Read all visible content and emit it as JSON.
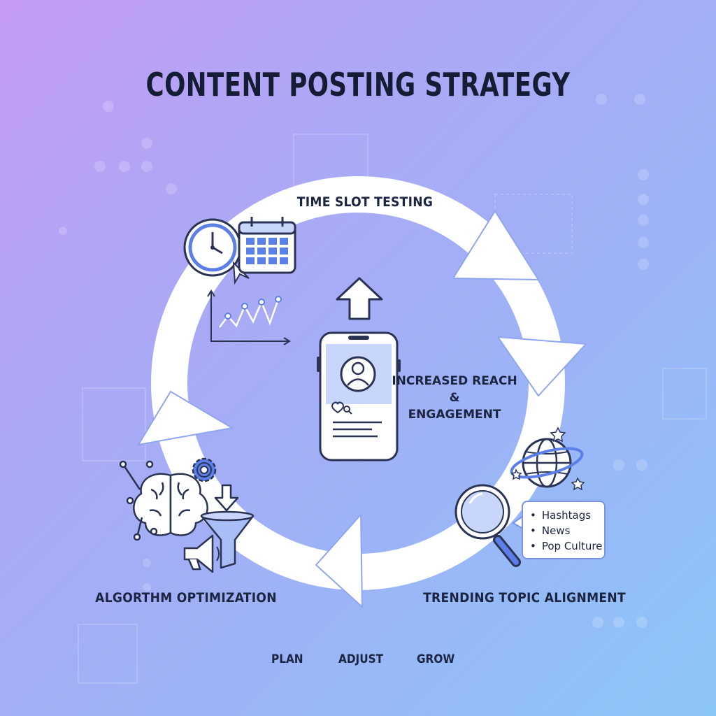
{
  "title": "CONTENT POSTING STRATEGY",
  "stages": {
    "top": "TIME SLOT TESTING",
    "right": "TRENDING TOPIC ALIGNMENT",
    "left": "ALGORTHM OPTIMIZATION"
  },
  "center": {
    "line1": "INCREASED REACH",
    "line2": "&",
    "line3": "ENGAGEMENT"
  },
  "trend_bubble": {
    "items": [
      "Hashtags",
      "News",
      "Pop Culture"
    ]
  },
  "footer": {
    "words": [
      "PLAN",
      "ADJUST",
      "GROW"
    ]
  },
  "icons": [
    "clock-icon",
    "calendar-icon",
    "line-chart-icon",
    "smartphone-icon",
    "up-arrow-icon",
    "globe-icon",
    "magnifier-icon",
    "brain-icon",
    "gear-icon",
    "funnel-icon",
    "megaphone-icon"
  ],
  "colors": {
    "accent": "#5b7fe6",
    "accent_light": "#c9d6fb",
    "ink": "#1b2440",
    "ring": "#ffffff"
  }
}
